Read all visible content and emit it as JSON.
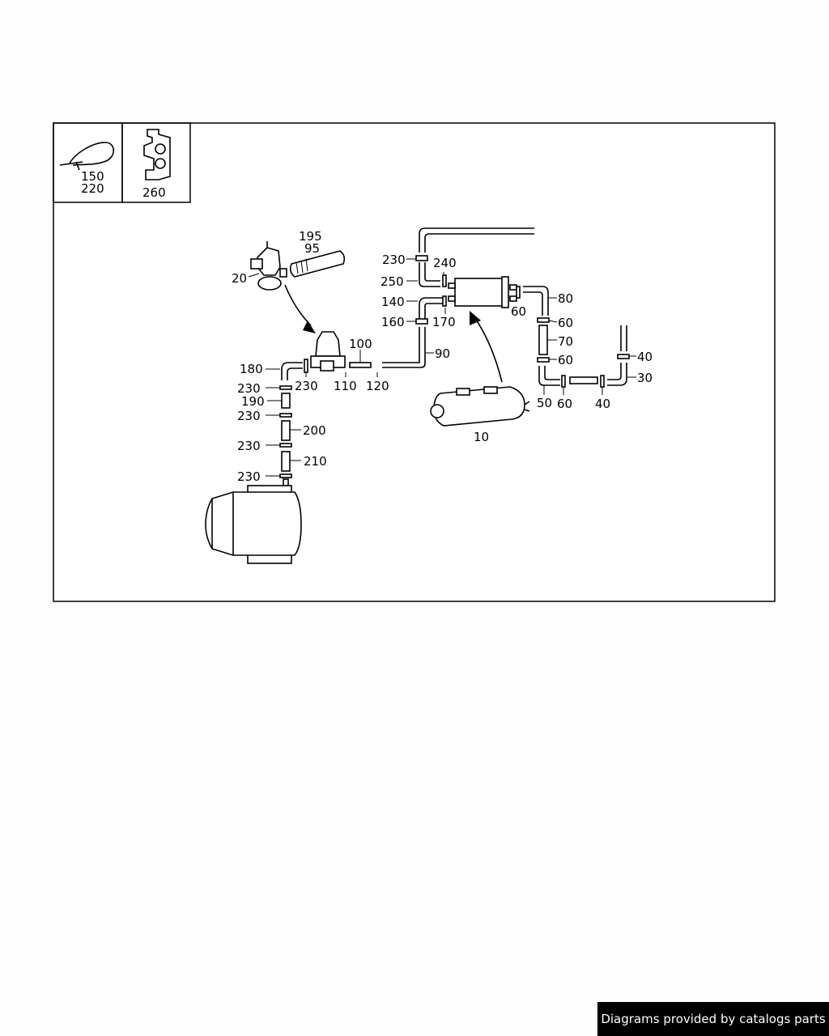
{
  "legend": {
    "clip_labels": [
      "150",
      "220"
    ],
    "bracket_label": "260"
  },
  "labels": {
    "hose_top_left": "195",
    "filter_mesh": "95",
    "valve": "20",
    "clamp_240": "240",
    "clamp_230_top": "230",
    "elbow_250": "250",
    "elbow_140": "140",
    "clamp_170": "170",
    "clamp_160": "160",
    "clamp_60_a": "60",
    "elbow_80": "80",
    "clamp_60_b": "60",
    "pipe_70": "70",
    "clamp_60_c": "60",
    "clamp_40_a": "40",
    "elbow_30": "30",
    "elbow_50": "50",
    "clamp_60_d": "60",
    "clamp_40_b": "40",
    "canister": "10",
    "pipe_100": "100",
    "pipe_90": "90",
    "clamp_110": "110",
    "clamp_120": "120",
    "clamp_230_b": "230",
    "elbow_180": "180",
    "clamp_230_c": "230",
    "pipe_190": "190",
    "clamp_230_d": "230",
    "pipe_200": "200",
    "clamp_230_e": "230",
    "pipe_210": "210",
    "clamp_230_f": "230"
  },
  "footer": {
    "credit": "Diagrams provided by catalogs parts"
  }
}
